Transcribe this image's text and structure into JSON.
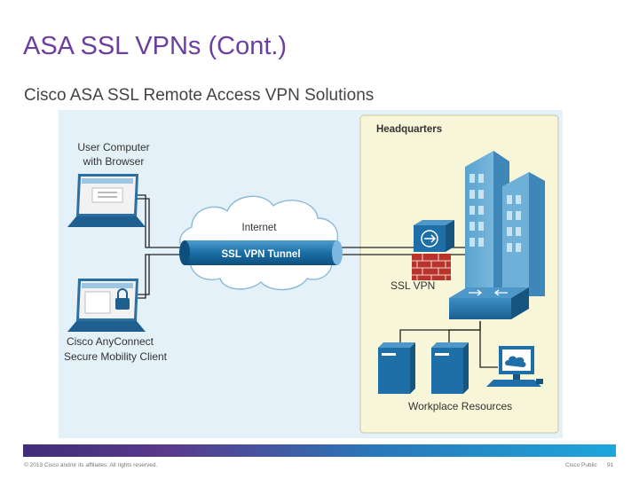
{
  "slide": {
    "title": "ASA SSL VPNs (Cont.)",
    "subtitle": "Cisco ASA SSL Remote Access VPN Solutions"
  },
  "diagram": {
    "hq_label": "Headquarters",
    "user_computer_line1": "User Computer",
    "user_computer_line2": "with Browser",
    "anyconnect_line1": "Cisco AnyConnect",
    "anyconnect_line2": "Secure Mobility Client",
    "internet_label": "Internet",
    "tunnel_label": "SSL VPN Tunnel",
    "ssl_vpn_label": "SSL VPN",
    "workplace_label": "Workplace Resources"
  },
  "footer": {
    "copyright": "© 2013 Cisco and/or its affiliates. All rights reserved.",
    "classification": "Cisco Public",
    "page": "91"
  },
  "colors": {
    "title": "#6b3fa0",
    "hq_panel": "#f8f6d8",
    "device_blue": "#1e6ea8",
    "tunnel_blue": "#1a6fa5",
    "firewall_red": "#b8342a"
  }
}
